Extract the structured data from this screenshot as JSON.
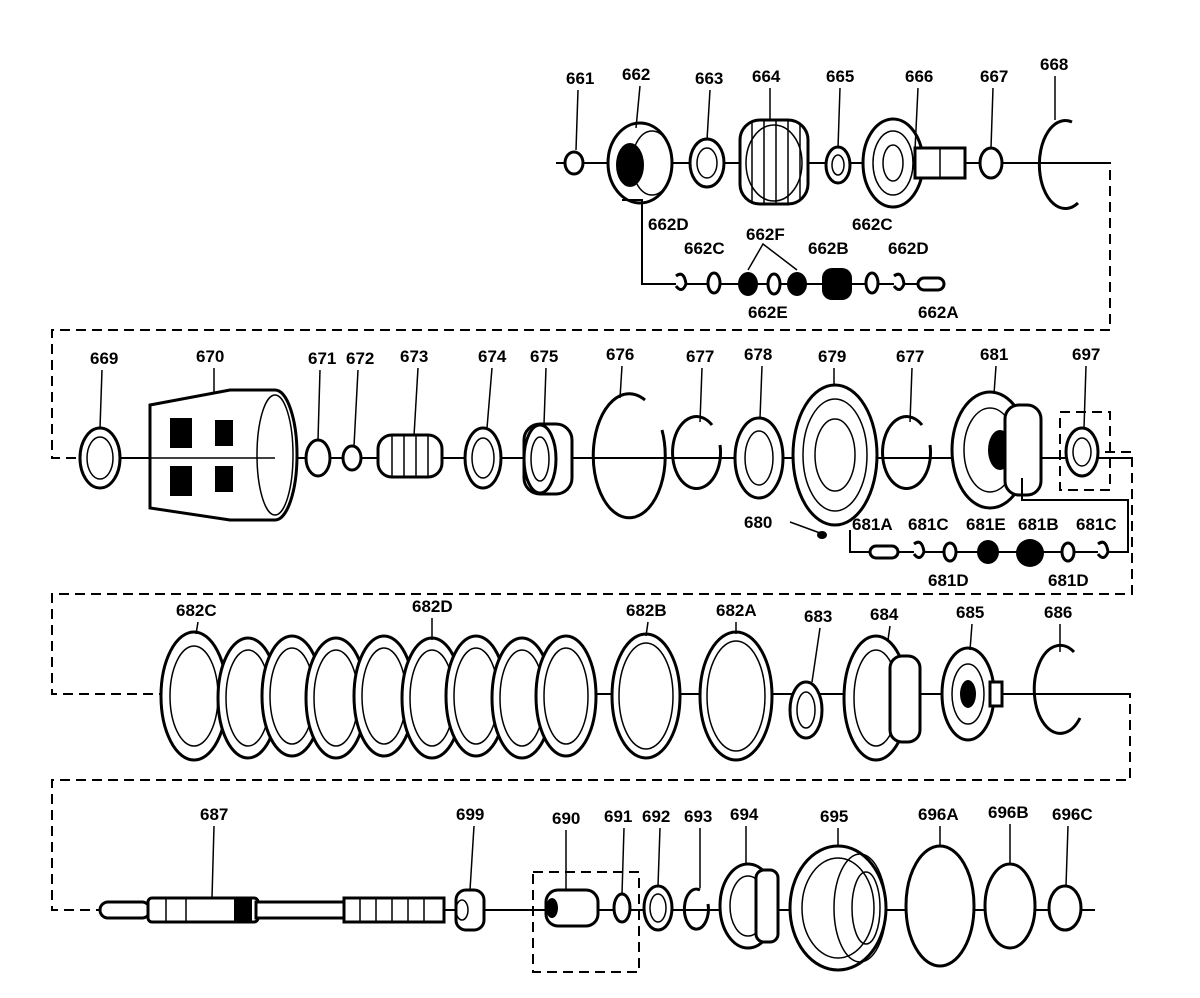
{
  "labels": {
    "r1": [
      "661",
      "662",
      "663",
      "664",
      "665",
      "666",
      "667",
      "668"
    ],
    "r1sub": [
      "662D",
      "662C",
      "662F",
      "662B",
      "662C",
      "662D",
      "662E",
      "662A"
    ],
    "r2": [
      "669",
      "670",
      "671",
      "672",
      "673",
      "674",
      "675",
      "676",
      "677",
      "678",
      "679",
      "677",
      "681",
      "697"
    ],
    "r2sub": [
      "680",
      "681A",
      "681C",
      "681E",
      "681B",
      "681C",
      "681D",
      "681D"
    ],
    "r3": [
      "682C",
      "682D",
      "682B",
      "682A",
      "683",
      "684",
      "685",
      "686"
    ],
    "r4": [
      "687",
      "699",
      "690",
      "691",
      "692",
      "693",
      "694",
      "695",
      "696A",
      "696B",
      "696C"
    ]
  }
}
